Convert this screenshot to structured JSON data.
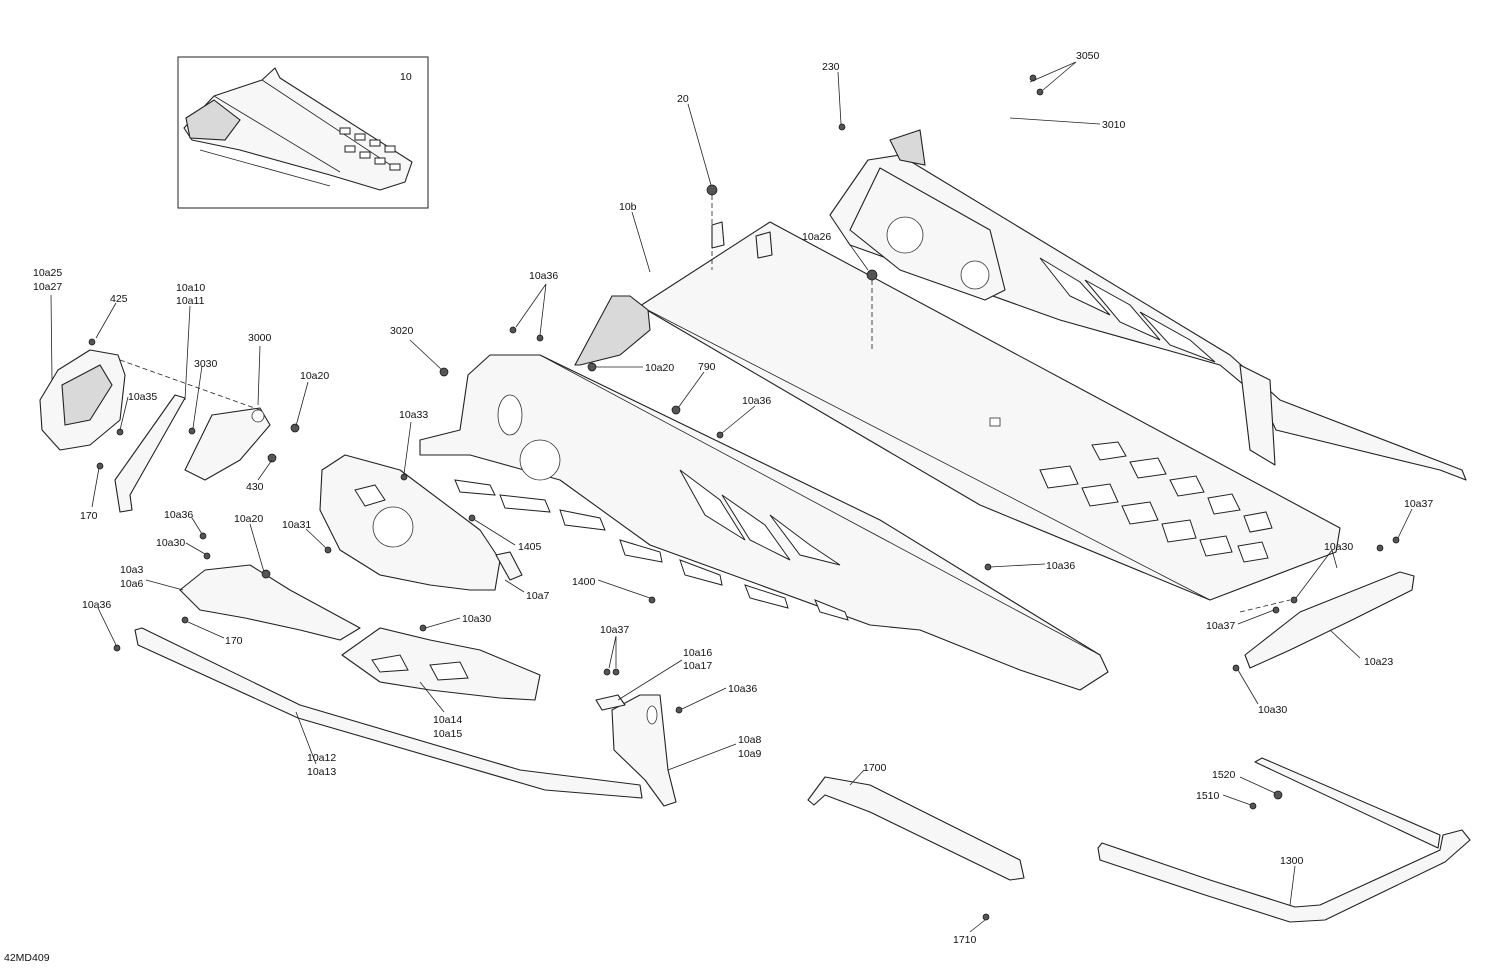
{
  "diagram": {
    "code": "42MD409",
    "inset_label": "10",
    "callouts": [
      {
        "id": "c-3050",
        "text": "3050"
      },
      {
        "id": "c-230",
        "text": "230"
      },
      {
        "id": "c-3010",
        "text": "3010"
      },
      {
        "id": "c-20",
        "text": "20"
      },
      {
        "id": "c-10b",
        "text": "10b"
      },
      {
        "id": "c-10a26",
        "text": "10a26"
      },
      {
        "id": "c-10a25",
        "text": "10a25"
      },
      {
        "id": "c-10a27",
        "text": "10a27"
      },
      {
        "id": "c-425",
        "text": "425"
      },
      {
        "id": "c-10a10",
        "text": "10a10"
      },
      {
        "id": "c-10a11",
        "text": "10a11"
      },
      {
        "id": "c-10a36-a",
        "text": "10a36"
      },
      {
        "id": "c-3020",
        "text": "3020"
      },
      {
        "id": "c-10a20-a",
        "text": "10a20"
      },
      {
        "id": "c-3000",
        "text": "3000"
      },
      {
        "id": "c-3030",
        "text": "3030"
      },
      {
        "id": "c-10a20-b",
        "text": "10a20"
      },
      {
        "id": "c-790",
        "text": "790"
      },
      {
        "id": "c-10a35",
        "text": "10a35"
      },
      {
        "id": "c-10a36-b",
        "text": "10a36"
      },
      {
        "id": "c-10a33",
        "text": "10a33"
      },
      {
        "id": "c-430",
        "text": "430"
      },
      {
        "id": "c-170-a",
        "text": "170"
      },
      {
        "id": "c-10a37-a",
        "text": "10a37"
      },
      {
        "id": "c-10a36-c",
        "text": "10a36"
      },
      {
        "id": "c-10a20-c",
        "text": "10a20"
      },
      {
        "id": "c-10a31",
        "text": "10a31"
      },
      {
        "id": "c-10a30-a",
        "text": "10a30"
      },
      {
        "id": "c-1405",
        "text": "1405"
      },
      {
        "id": "c-10a30-b",
        "text": "10a30"
      },
      {
        "id": "c-10a36-d",
        "text": "10a36"
      },
      {
        "id": "c-10a3",
        "text": "10a3"
      },
      {
        "id": "c-10a6",
        "text": "10a6"
      },
      {
        "id": "c-1400",
        "text": "1400"
      },
      {
        "id": "c-10a7",
        "text": "10a7"
      },
      {
        "id": "c-10a36-e",
        "text": "10a36"
      },
      {
        "id": "c-10a30-c",
        "text": "10a30"
      },
      {
        "id": "c-170-b",
        "text": "170"
      },
      {
        "id": "c-10a37-b",
        "text": "10a37"
      },
      {
        "id": "c-10a37-c",
        "text": "10a37"
      },
      {
        "id": "c-10a16",
        "text": "10a16"
      },
      {
        "id": "c-10a17",
        "text": "10a17"
      },
      {
        "id": "c-10a23",
        "text": "10a23"
      },
      {
        "id": "c-10a36-f",
        "text": "10a36"
      },
      {
        "id": "c-10a14",
        "text": "10a14"
      },
      {
        "id": "c-10a15",
        "text": "10a15"
      },
      {
        "id": "c-10a30-d",
        "text": "10a30"
      },
      {
        "id": "c-10a8",
        "text": "10a8"
      },
      {
        "id": "c-10a9",
        "text": "10a9"
      },
      {
        "id": "c-10a12",
        "text": "10a12"
      },
      {
        "id": "c-10a13",
        "text": "10a13"
      },
      {
        "id": "c-1700",
        "text": "1700"
      },
      {
        "id": "c-1520",
        "text": "1520"
      },
      {
        "id": "c-1510",
        "text": "1510"
      },
      {
        "id": "c-1300",
        "text": "1300"
      },
      {
        "id": "c-1710",
        "text": "1710"
      }
    ]
  }
}
